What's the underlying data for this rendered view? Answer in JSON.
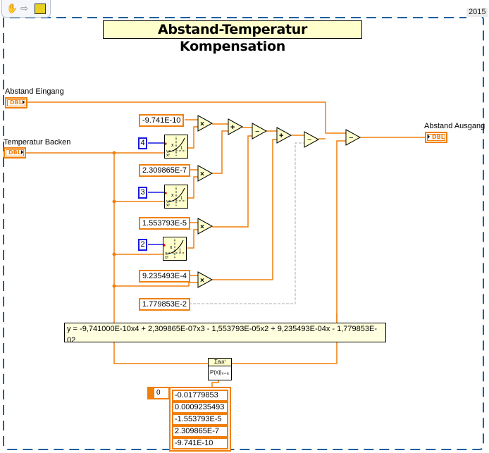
{
  "toolbar": {
    "icons": [
      "hand-tool-icon",
      "arrow-tool-icon",
      "vi-icon"
    ]
  },
  "version_badge": "2015",
  "title": "Abstand-Temperatur Kompensation",
  "inputs": {
    "abstand_eingang": {
      "label": "Abstand Eingang",
      "type": "DBL"
    },
    "temperatur_backen": {
      "label": "Temperatur Backen",
      "type": "DBL"
    }
  },
  "outputs": {
    "abstand_ausgang": {
      "label": "Abstand Ausgang",
      "type": "DBL"
    }
  },
  "constants": {
    "c4": "-9.741E-10",
    "c3": "2.309865E-7",
    "c2": "1.553793E-5",
    "c1": "9.235493E-4",
    "c0": "1.779853E-2"
  },
  "exponents": {
    "e4": "4",
    "e3": "3",
    "e2": "2"
  },
  "operators": {
    "mul": "×",
    "add": "+",
    "sub": "−"
  },
  "formula": "y = -9,741000E-10x4 + 2,309865E-07x3 - 1,553793E-05x2 + 9,235493E-04x - 1,779853E-02",
  "poly_eval": {
    "top": "Σaᵢxⁱ",
    "bottom": "P(x)|ₓ₌ₐ"
  },
  "coef_array": {
    "index": "0",
    "values": [
      "-0.01779853",
      "0.0009235493",
      "-1.553793E-5",
      "2.309865E-7",
      "-9.741E-10"
    ]
  },
  "colors": {
    "wire": "#f07f0c",
    "int_wire": "#1a1adf",
    "node_fill": "#ffffcc",
    "structure_border": "#1f5fa0"
  }
}
